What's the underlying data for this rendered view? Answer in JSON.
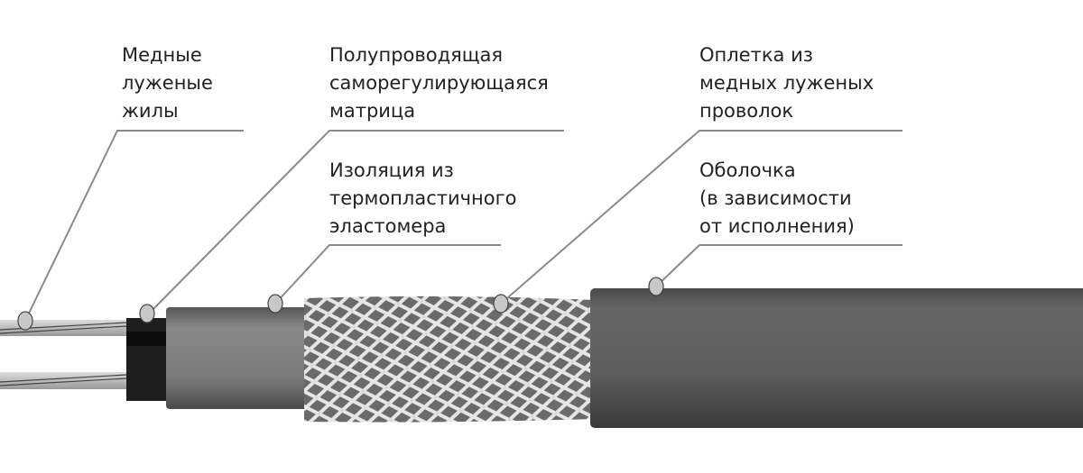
{
  "labels": {
    "conductors": [
      "Медные",
      "луженые",
      "жилы"
    ],
    "matrix": [
      "Полупроводящая",
      "саморегулирующаяся",
      "матрица"
    ],
    "insulation": [
      "Изоляция из",
      "термопластичного",
      "эластомера"
    ],
    "braid": [
      "Оплетка из",
      "медных луженых",
      "проволок"
    ],
    "jacket": [
      "Оболочка",
      "(в зависимости",
      "от исполнения)"
    ]
  },
  "colors": {
    "line": "#8a8a8a",
    "dot": "#c8c8c8",
    "jacket": "#5e5e5e",
    "insulation": "#777777",
    "matrix": "#1e1e1e"
  }
}
